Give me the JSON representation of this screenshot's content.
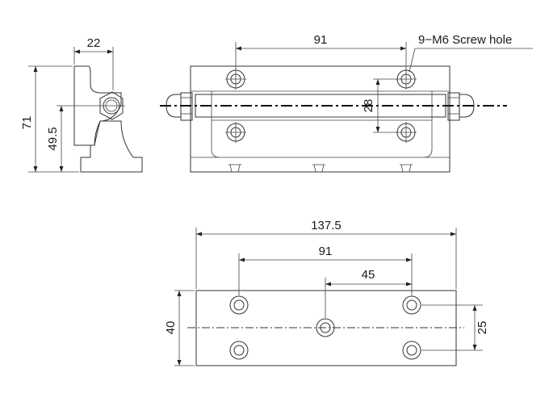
{
  "side_view": {
    "width_label": "22",
    "height_label": "71",
    "axis_height_label": "49.5"
  },
  "front_view": {
    "hole_spacing_label": "91",
    "row_spacing_label": "28",
    "callout_label": "9−M6  Screw hole"
  },
  "top_view": {
    "overall_length_label": "137.5",
    "hole_spacing_label": "91",
    "half_spacing_label": "45",
    "width_label": "40",
    "row_spacing_label": "25"
  }
}
